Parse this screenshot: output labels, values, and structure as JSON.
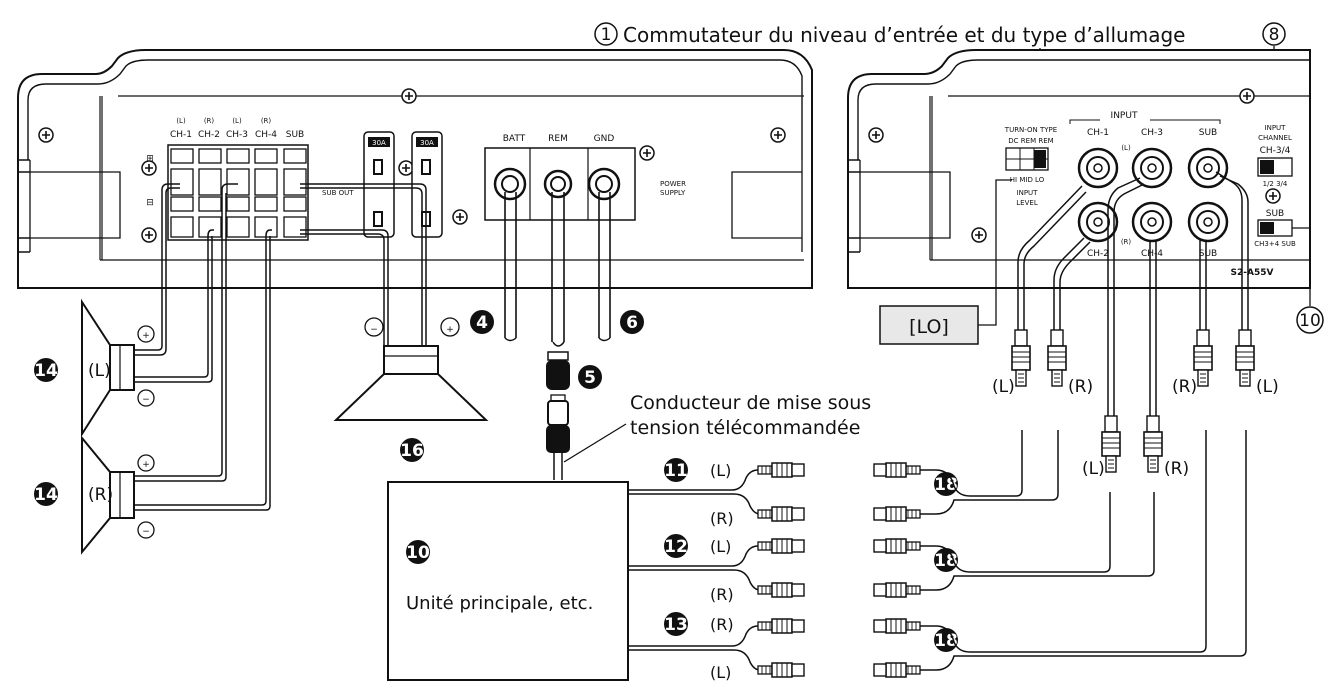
{
  "captions": {
    "input_switch": "Commutateur du niveau d’entrée et du type d’allumage",
    "remote_lead_1": "Conducteur de mise sous",
    "remote_lead_2": "tension télécommandée",
    "head_unit_1": "Unité principale, etc.",
    "lo_box": "[LO]"
  },
  "numbers": {
    "n1": "1",
    "n4": "4",
    "n5": "5",
    "n6": "6",
    "n8": "8",
    "n10_right": "10",
    "n10_unit": "10",
    "n11": "11",
    "n12": "12",
    "n13": "13",
    "n14_top": "14",
    "n14_bottom": "14",
    "n16": "16",
    "n18": "18"
  },
  "channel_labels": {
    "L": "(L)",
    "R": "(R)"
  },
  "symbols": {
    "plus": "+",
    "minus": "−"
  },
  "amp_left": {
    "channels": [
      "CH-1",
      "CH-2",
      "CH-3",
      "CH-4",
      "SUB"
    ],
    "channel_sides": [
      "(L)",
      "(R)",
      "(L)",
      "(R)"
    ],
    "plus_sign": "⊞",
    "minus_sign": "⊟",
    "sub_out": "SUB OUT",
    "fuse_1": "30A",
    "fuse_2": "30A",
    "batt": "BATT",
    "rem": "REM",
    "gnd": "GND",
    "power_1": "POWER",
    "power_2": "SUPPLY"
  },
  "amp_right": {
    "turn_on_type": "TURN-ON TYPE",
    "turn_on_opts": "DC REM REM",
    "input_level_opts": "HI MID LO",
    "input_1": "INPUT",
    "input_2": "LEVEL",
    "input_header": "INPUT",
    "ch1": "CH-1",
    "ch3": "CH-3",
    "sub": "SUB",
    "ch2": "CH-2",
    "ch4": "CH-4",
    "sub2": "SUB",
    "l_tag": "(L)",
    "r_tag": "(R)",
    "input_channel_1": "INPUT",
    "input_channel_2": "CHANNEL",
    "ch34": "CH-3/4",
    "ch34_opts": "1/2   3/4",
    "sub_sw": "SUB",
    "sub_sw_opts": "CH3+4   SUB",
    "model": "S2-A55V"
  }
}
